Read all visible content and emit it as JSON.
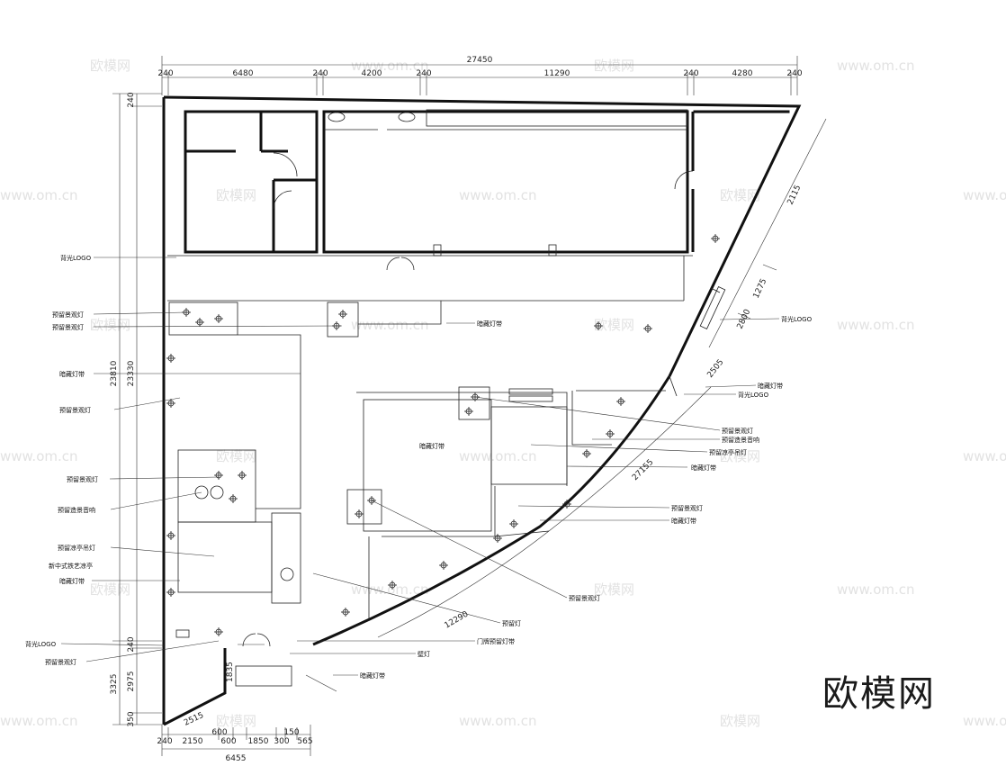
{
  "watermark": {
    "site": "www.om.cn",
    "brand": "欧模网"
  },
  "dimensions": {
    "top_total": "27450",
    "top_segments": [
      "240",
      "6480",
      "240",
      "4200",
      "240",
      "11290",
      "240",
      "4280",
      "240"
    ],
    "left_total": "23810",
    "left_inner": "23330",
    "left_top": "240",
    "left_mid": "240",
    "left_lower": "3325",
    "left_lower_inner": "2975",
    "left_bottom": "350",
    "bottom_total": "6455",
    "bottom_segments": [
      "240",
      "2150",
      "600",
      "600",
      "1850",
      "300",
      "150",
      "565"
    ],
    "diag_a": "2115",
    "diag_b": "1275",
    "diag_c": "2800",
    "diag_d": "2505",
    "diag_e": "27155",
    "diag_f": "12290",
    "inner_a": "1835",
    "inner_b": "2515"
  },
  "labels": {
    "backlit_logo_1": "背光LOGO",
    "reserved_landscape_1": "预留景观灯",
    "reserved_landscape_2": "预留景观灯",
    "hidden_strip_1": "暗藏灯带",
    "reserved_landscape_3": "预留景观灯",
    "reserved_landscape_4": "预留景观灯",
    "reserved_speaker_1": "预留造景音响",
    "reserved_pavilion_lamp_1": "预留凉亭吊灯",
    "chinese_pavilion": "新中式铁艺凉亭",
    "hidden_strip_2": "暗藏灯带",
    "backlit_logo_2": "背光LOGO",
    "reserved_landscape_5": "预留景观灯",
    "backlit_logo_right_1": "背光LOGO",
    "hidden_strip_3": "暗藏灯带",
    "hidden_strip_4": "暗藏灯带",
    "backlit_logo_right_2": "背光LOGO",
    "reserved_landscape_6": "预留景观灯",
    "reserved_speaker_2": "预留造景音响",
    "reserved_pavilion_lamp_2": "预留凉亭吊灯",
    "hidden_strip_5": "暗藏灯带",
    "hidden_strip_6": "暗藏灯带",
    "reserved_landscape_7": "预留景观灯",
    "hidden_strip_7": "暗藏灯带",
    "reserved_landscape_8": "预留景观灯",
    "reserved_lamp": "预留灯",
    "door_head_strip": "门牌预留灯带",
    "wall_lamp": "壁灯",
    "hidden_strip_8": "暗藏灯带"
  }
}
